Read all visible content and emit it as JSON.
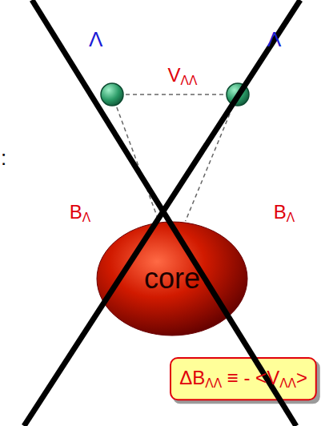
{
  "diagram": {
    "nodes": [
      {
        "text": [
          "Λ"
        ]
      },
      {
        "text": [
          "Λ"
        ]
      },
      {
        "text": [
          "core"
        ]
      },
      {
        "text": [
          "ΔBΛΛ ≡ - <VΛΛ>"
        ]
      }
    ],
    "edges": [
      {
        "from": 0,
        "to": 1,
        "arrow": "none",
        "label": "VΛΛ"
      },
      {
        "from": 0,
        "to": 2,
        "arrow": "none",
        "label": "BΛ"
      },
      {
        "from": 1,
        "to": 2,
        "arrow": "none",
        "label": "BΛ"
      }
    ],
    "labels": [
      ":"
    ]
  }
}
